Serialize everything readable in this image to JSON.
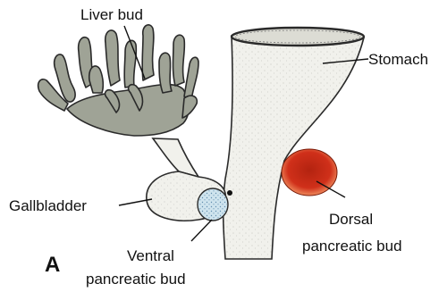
{
  "panel_letter": "A",
  "labels": {
    "liver_bud": "Liver bud",
    "stomach": "Stomach",
    "gallbladder": "Gallbladder",
    "dorsal_line1": "Dorsal",
    "dorsal_line2": "pancreatic bud",
    "ventral_line1": "Ventral",
    "ventral_line2": "pancreatic bud"
  },
  "colors": {
    "liver_fill": "#9fa396",
    "gut_fill": "#f1f1ec",
    "stomach_opening": "#dcdcd4",
    "dorsal_bud": "#c62a12",
    "ventral_bud": "#cfe4ee"
  }
}
